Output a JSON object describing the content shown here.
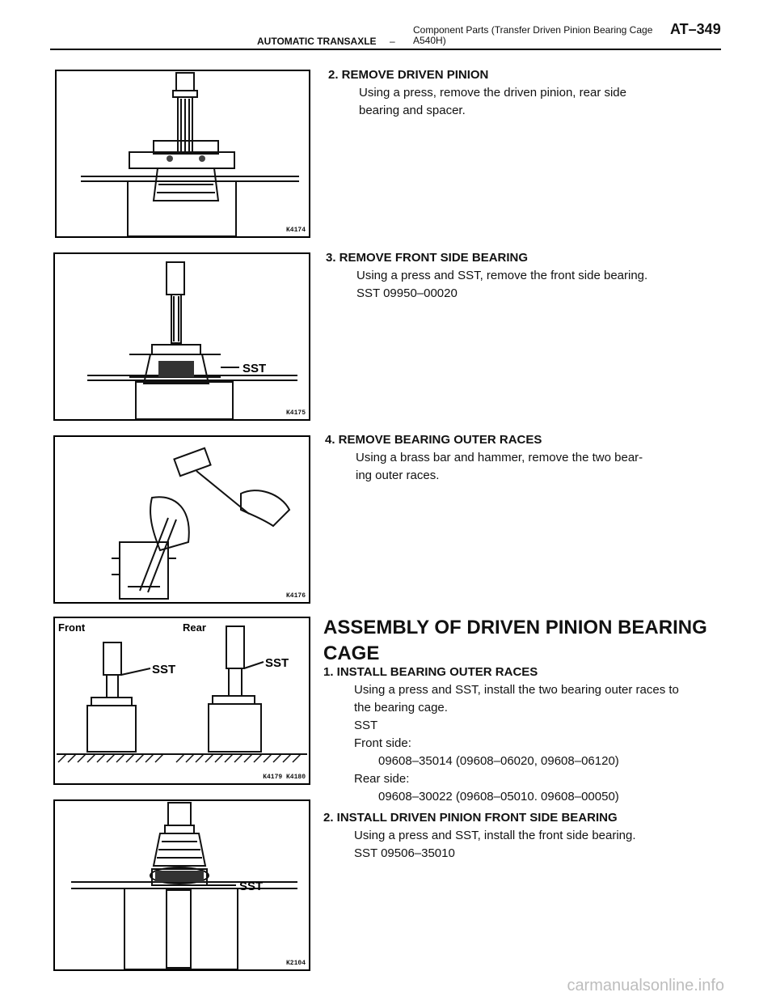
{
  "header": {
    "section": "AUTOMATIC TRANSAXLE",
    "dash": "–",
    "title": "Component Parts (Transfer Driven Pinion Bearing Cage A540H)",
    "page": "AT–349"
  },
  "figures": [
    {
      "code": "K4174"
    },
    {
      "code": "K4175",
      "sst": "SST"
    },
    {
      "code": "K4176"
    },
    {
      "code": "K4179 K4180",
      "front": "Front",
      "rear": "Rear",
      "sst": "SST"
    },
    {
      "code": "K2104",
      "sst": "SST"
    }
  ],
  "disassembly": [
    {
      "title": "2. REMOVE DRIVEN PINION",
      "lines": [
        "Using a press, remove the driven pinion, rear side",
        "bearing and spacer."
      ]
    },
    {
      "title": "3. REMOVE FRONT SIDE BEARING",
      "lines": [
        "Using a press and SST, remove the front side bearing.",
        "SST  09950–00020"
      ]
    },
    {
      "title": "4. REMOVE BEARING OUTER RACES",
      "lines": [
        "Using a brass bar and hammer, remove the two bear-",
        "ing outer races."
      ]
    }
  ],
  "assembly": {
    "heading": "ASSEMBLY OF DRIVEN PINION BEARING CAGE",
    "step1": {
      "title": "1. INSTALL BEARING OUTER RACES",
      "line1": "Using a press and SST, install the two bearing outer races to",
      "line2": "the bearing cage.",
      "sst": "SST",
      "front_label": "Front side:",
      "front_value": "09608–35014  (09608–06020,  09608–06120)",
      "rear_label": "Rear side:",
      "rear_value": "09608–30022  (09608–05010.  09608–00050)"
    },
    "step2": {
      "title": "2. INSTALL DRIVEN PINION FRONT SIDE BEARING",
      "line1": "Using a press and SST, install the front side bearing.",
      "line2": "SST  09506–35010"
    }
  },
  "watermark": "carmanualsonline.info"
}
